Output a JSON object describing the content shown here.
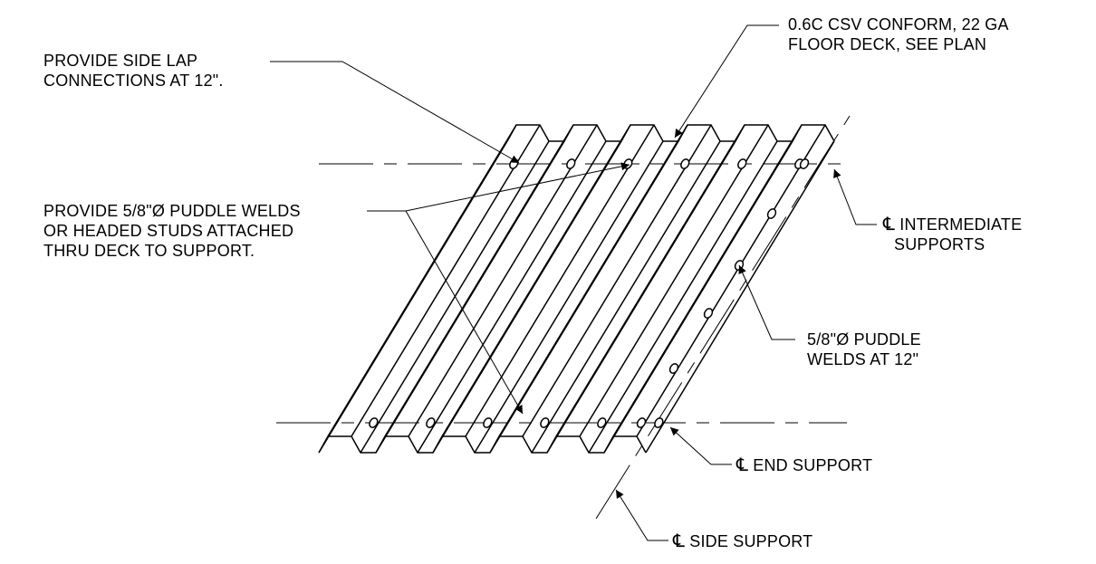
{
  "labels": {
    "side_lap": [
      "PROVIDE SIDE LAP",
      "CONNECTIONS AT 12\"."
    ],
    "deck": [
      "0.6C CSV CONFORM, 22 GA",
      "FLOOR DECK, SEE PLAN"
    ],
    "puddle_welds_studs": [
      "PROVIDE 5/8\"Ø PUDDLE WELDS",
      "OR HEADED STUDS ATTACHED",
      "THRU DECK TO SUPPORT."
    ],
    "intermediate": {
      "symbol": "℄",
      "lines": [
        "INTERMEDIATE",
        "SUPPORTS"
      ]
    },
    "puddle_welds_12": [
      "5/8\"Ø PUDDLE",
      "WELDS AT 12\""
    ],
    "end_support": {
      "symbol": "℄",
      "text": "END SUPPORT"
    },
    "side_support": {
      "symbol": "℄",
      "text": "SIDE SUPPORT"
    }
  },
  "colors": {
    "line": "#000000",
    "background": "#ffffff"
  }
}
